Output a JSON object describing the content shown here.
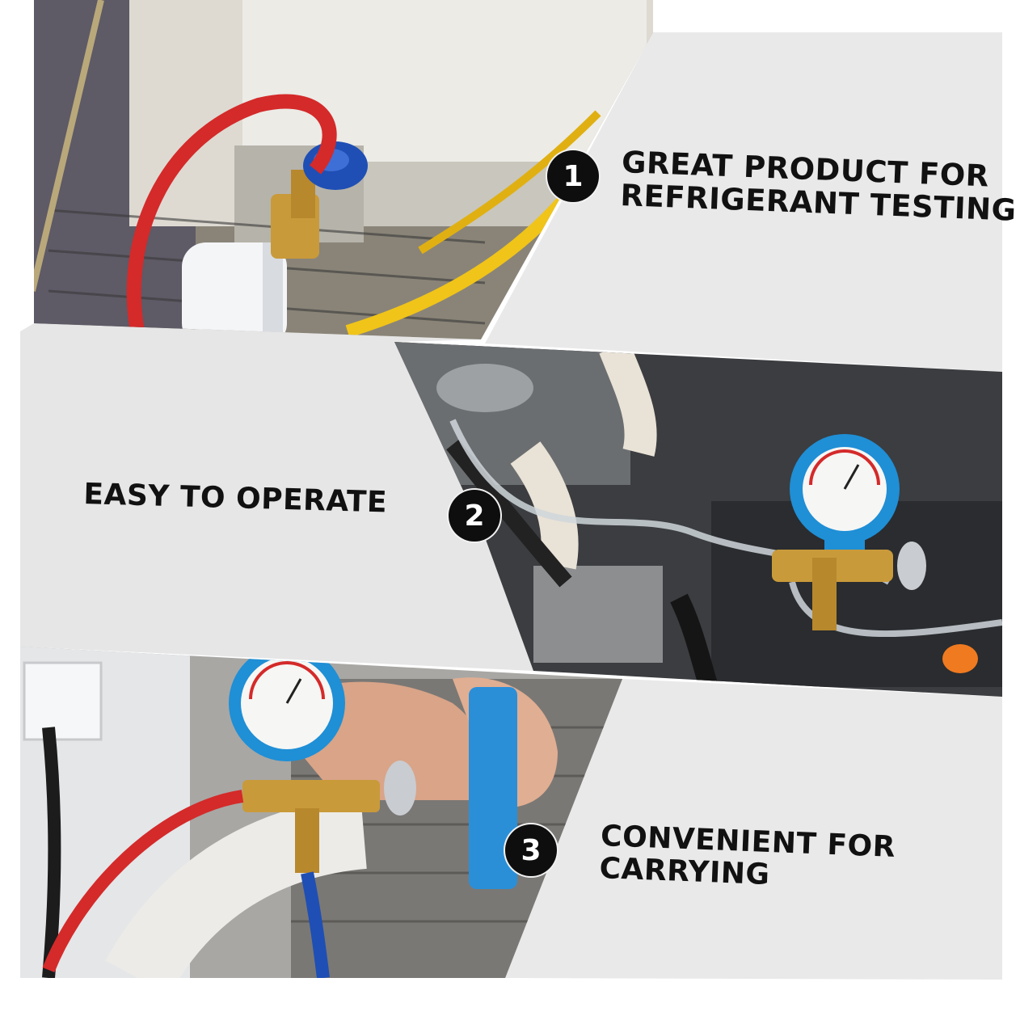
{
  "colors": {
    "page_bg": "#ffffff",
    "panel_gray": "#e9e9e9",
    "badge_bg": "#0e0e0e",
    "text": "#111111",
    "hose_red": "#d42a2a",
    "hose_yellow": "#f0c419",
    "hose_blue": "#1f4fb5",
    "gauge_blue": "#1f8fd6",
    "brass": "#c99a3a"
  },
  "panels": [
    {
      "badge": "1",
      "caption_lines": [
        "GREAT PRODUCT FOR",
        "REFRIGERANT TESTING"
      ],
      "photo_subject": "air conditioner unit with refrigerant can and hoses"
    },
    {
      "badge": "2",
      "caption_lines": [
        "EASY TO OPERATE"
      ],
      "photo_subject": "car engine bay with pressure gauge attached"
    },
    {
      "badge": "3",
      "caption_lines": [
        "CONVENIENT FOR",
        "CARRYING"
      ],
      "photo_subject": "hand holding pressure gauge near outdoor unit"
    }
  ],
  "icons": {
    "gauge": "pressure-gauge-icon",
    "can": "refrigerant-can-icon",
    "valve": "valve-knob-icon"
  }
}
